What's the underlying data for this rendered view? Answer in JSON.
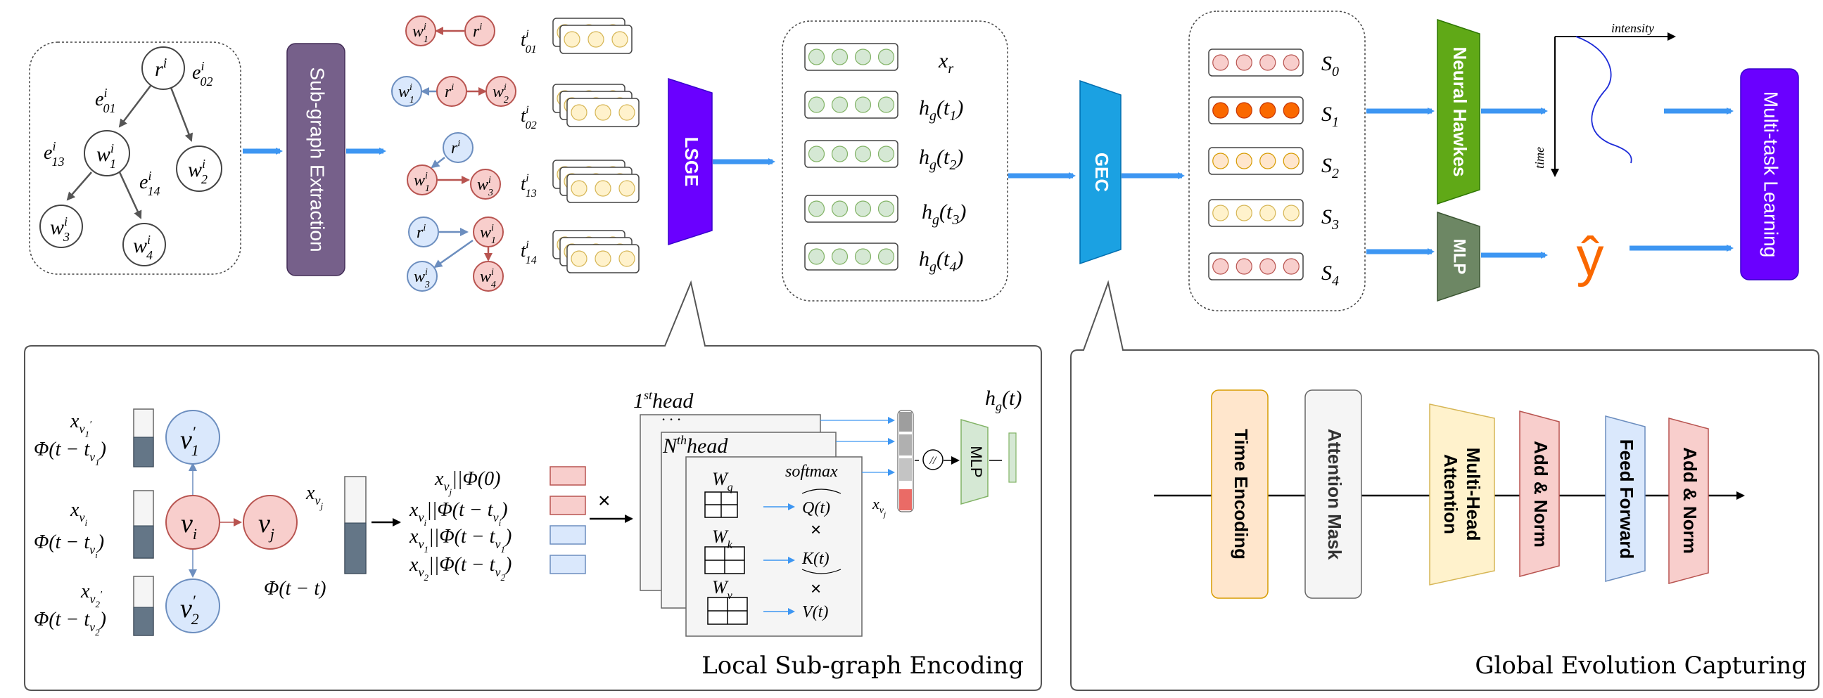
{
  "graph": {
    "root": "r",
    "w1": "w",
    "w2": "w",
    "w3": "w",
    "w4": "w",
    "sup": "i",
    "edges": {
      "e01": "e",
      "e02": "e",
      "e13": "e",
      "e14": "e",
      "sub01": "01",
      "sub02": "02",
      "sub13": "13",
      "sub14": "14"
    }
  },
  "blocks": {
    "subgraph_extraction": "Sub-graph Extraction",
    "lsge": "LSGE",
    "gec": "GEC",
    "neural_hawkes": "Neural Hawkes",
    "mlp": "MLP",
    "multitask": "Multi-task Learning"
  },
  "time_labels": {
    "t": "t",
    "t01": "01",
    "t02": "02",
    "t13": "13",
    "t14": "14"
  },
  "encodings": {
    "xr": "x",
    "xr_sub": "r",
    "hg": "h",
    "hg_sub": "g",
    "ht1": "(t",
    "ht1_sub": "1",
    "ht2_sub": "2",
    "ht3_sub": "3",
    "ht4_sub": "4",
    "close": ")"
  },
  "states": {
    "s": "S",
    "s0": "0",
    "s1": "1",
    "s2": "2",
    "s3": "3",
    "s4": "4"
  },
  "intensity": {
    "x_label": "intensity",
    "y_label": "time"
  },
  "yhat": "ŷ",
  "lsge_panel": {
    "title": "Local Sub-graph Encoding",
    "v": "v",
    "vi": "i",
    "vj": "j",
    "v1p": "1",
    "v2p": "2",
    "prime": "′",
    "phi_open": "Φ(t − t",
    "phi_close": ")",
    "x": "x",
    "phi_t": "Φ(t − t)",
    "concat_first": "||Φ(0)",
    "concat_sep": "||Φ(t − t",
    "times": "×",
    "head1": "1",
    "head1_sup": "st",
    "head_word": "head",
    "headN": "N",
    "headN_sup": "th",
    "dots": "· · ·",
    "wq": "W",
    "wq_sub": "q",
    "wk_sub": "k",
    "wv_sub": "v",
    "softmax": "softmax",
    "qt": "Q(t)",
    "kt": "K(t)",
    "vt": "V(t)",
    "concat_symbol": "//",
    "mlp": "MLP",
    "hgt": "h",
    "hgt_sub": "g",
    "hgt_tail": "(t)"
  },
  "gec_panel": {
    "title": "Global Evolution Capturing",
    "blocks": [
      "Time Encoding",
      "Attention Mask",
      "Multi-Head",
      "Attention",
      "Add & Norm",
      "Feed Forward",
      "Add & Norm"
    ]
  },
  "colors": {
    "arrow_blue": "#3d96f2",
    "sub_purple": "#76608a",
    "lsge_violet": "#6a00ff",
    "gec_blue": "#1ba1e2",
    "hawkes_green": "#60a917",
    "mlp_green": "#6d8764",
    "pink_fill": "#f8cecc",
    "pink_stroke": "#b85450",
    "blue_fill": "#dae8fc",
    "blue_stroke": "#6c8ebf",
    "yellow_fill": "#fff2cc",
    "green_fill": "#d5e8d4",
    "orange_fill": "#ffe6cc",
    "orange_dot": "#fa6800",
    "yhat": "#fa6800"
  }
}
